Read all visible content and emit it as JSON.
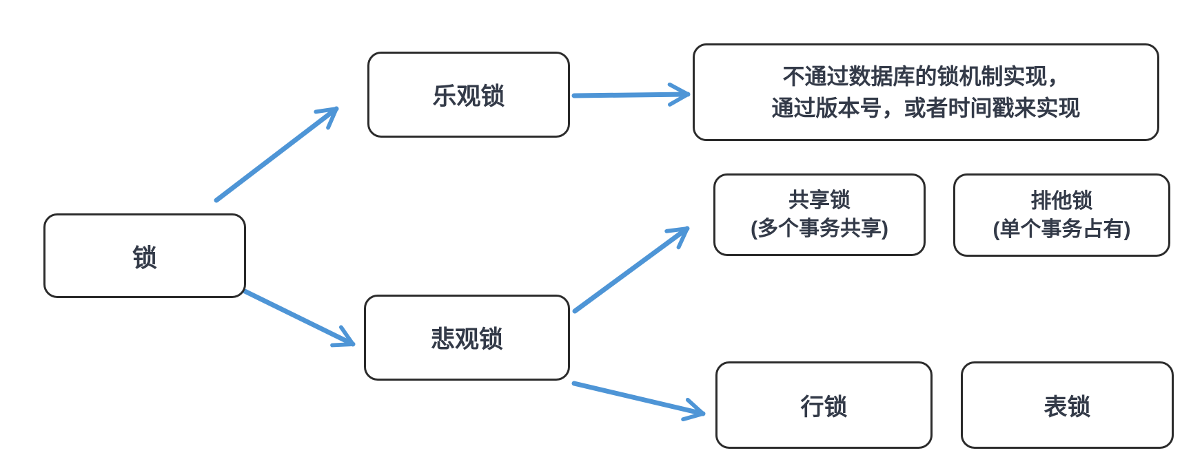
{
  "diagram": {
    "type": "flowchart",
    "topic": "锁",
    "nodes": {
      "root": {
        "label": "锁"
      },
      "optimistic": {
        "label": "乐观锁"
      },
      "optimistic_desc": {
        "line1": "不通过数据库的锁机制实现，",
        "line2": "通过版本号，或者时间戳来实现"
      },
      "shared": {
        "line1": "共享锁",
        "line2": "(多个事务共享)"
      },
      "exclusive": {
        "line1": "排他锁",
        "line2": "(单个事务占有)"
      },
      "pessimistic": {
        "label": "悲观锁"
      },
      "row_lock": {
        "label": "行锁"
      },
      "table_lock": {
        "label": "表锁"
      }
    },
    "edges": [
      {
        "from": "锁",
        "to": "乐观锁"
      },
      {
        "from": "锁",
        "to": "悲观锁"
      },
      {
        "from": "乐观锁",
        "to": "不通过数据库的锁机制实现，通过版本号，或者时间戳来实现"
      },
      {
        "from": "悲观锁",
        "to": "共享锁 (多个事务共享)"
      },
      {
        "from": "悲观锁",
        "to": "行锁"
      }
    ],
    "colors": {
      "arrow": "#4e95d6",
      "node_border": "#2b2b2b",
      "node_fill": "#ffffff",
      "text": "#333a48",
      "background": "#ffffff"
    }
  }
}
